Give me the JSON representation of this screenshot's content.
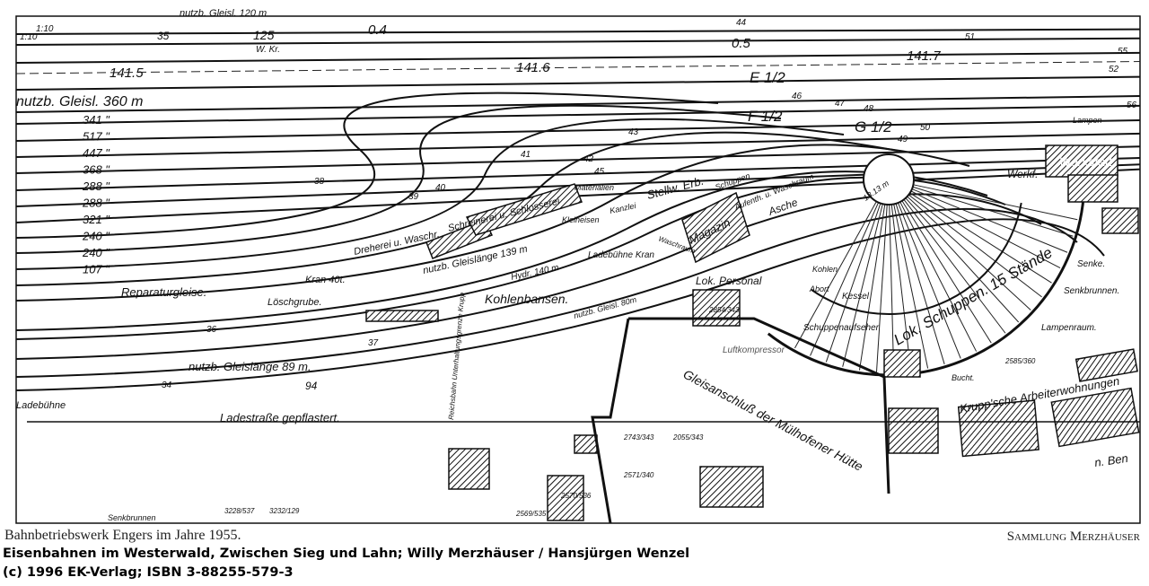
{
  "map": {
    "top_labels": {
      "ratio_a": "1:10",
      "ratio_b": "1:10",
      "len_35": "35",
      "len_125": "125",
      "wkr": "W. Kr.",
      "km_04": "0.4",
      "km_1415": "141.5",
      "km_1416": "141.6",
      "km_1417": "141.7",
      "km_05": "0.5",
      "e_half": "E 1/2",
      "f_half": "F 1/2",
      "g_half": "G 1/2",
      "top_track": "nutzb. Gleisl. 120 m"
    },
    "track_lengths_title": "nutzb. Gleisl. 360 m",
    "track_lengths": [
      "341",
      "517",
      "447",
      "368",
      "288",
      "288",
      "321",
      "240",
      "240",
      "107"
    ],
    "switch_numbers": [
      "38",
      "39",
      "40",
      "41",
      "42",
      "43",
      "44",
      "45",
      "46",
      "47",
      "48",
      "49",
      "50",
      "51",
      "52",
      "55",
      "56",
      "36",
      "37",
      "34"
    ],
    "buildings": {
      "repair": "Reparaturgleise.",
      "loeschgrube": "Löschgrube.",
      "kran": "Kran 40t.",
      "dreherei": "Dreherei u. Waschr.",
      "gleislaenge_139": "nutzb. Gleislänge 139 m",
      "hydr_140": "Hydr. 140 m",
      "schreinerei": "Schreinerei u. Schlosserei",
      "materialien": "Materialien",
      "kleineisen": "Kleineisen",
      "kanzlei": "Kanzlei",
      "stellwerk": "Stellw. Erb.",
      "magazin": "Magazin",
      "schuppen": "Schuppen",
      "aufenthalt": "Aufenth. u. Waschraum",
      "asche": "Asche",
      "lok_personal": "Lok. Personal",
      "ladebuehne_kran": "Ladebühne Kran",
      "waschraum": "Waschraum",
      "kohlenbansen": "Kohlenbansen.",
      "gleisl_80": "nutzb. Gleisl. 80m",
      "kohlen": "Kohlen",
      "abort": "Abort",
      "kessel": "Kessel",
      "schuppenaufseher": "Schuppenaufseher",
      "lokschuppen": "Lok. Schuppen. 15 Stände",
      "turntable": "13.13 m",
      "werkstatt": "Werkstatt",
      "werkf": "Werkf.",
      "lampen": "Lampen",
      "senke": "Senke.",
      "senkbrunnen": "Senkbrunnen.",
      "lampenraum": "Lampenraum.",
      "bucht": "Bucht.",
      "luftkompressor": "Luftkompressor",
      "anschluss": "Gleisanschluß der Mülhofener Hütte",
      "krupp": "Krupp'sche Arbeiterwohnungen",
      "n_ben": "n. Ben",
      "ladestrasse": "Ladestraße gepflastert.",
      "gleislaenge_89": "nutzb. Gleislänge 89 m.",
      "len_94": "94",
      "ladebuehne": "Ladebühne",
      "grenze": "Reichsbahn Unterhaltungsgrenze Krupp",
      "senkbrunnen2": "Senkbrunnen",
      "parcels": [
        "2743/343",
        "2055/343",
        "2571/340",
        "2570/536",
        "2569/535",
        "2585/360",
        "2854/343",
        "3228/537",
        "3232/129"
      ]
    }
  },
  "caption": {
    "title": "Bahnbetriebswerk Engers im Jahre 1955.",
    "credit": "Sammlung Merzhäuser",
    "source": "Eisenbahnen im Westerwald, Zwischen Sieg und Lahn; Willy Merzhäuser / Hansjürgen Wenzel",
    "copyright": "(c) 1996 EK-Verlag; ISBN 3-88255-579-3"
  }
}
